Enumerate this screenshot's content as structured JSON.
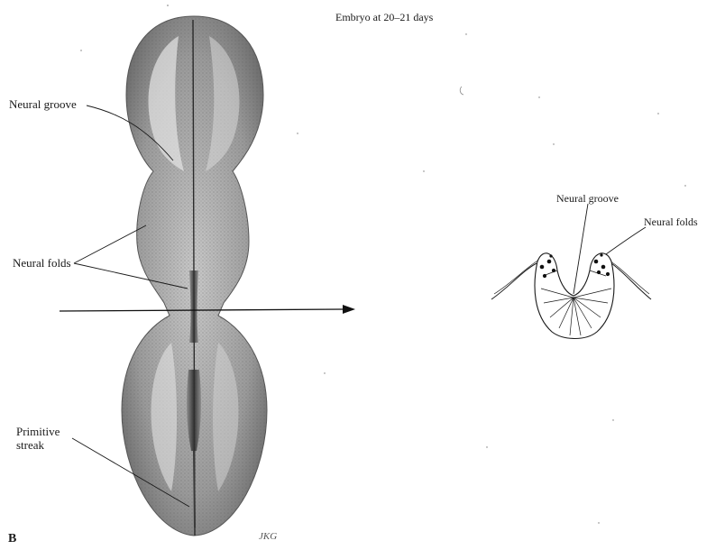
{
  "figure": {
    "title": "Embryo at 20–21 days",
    "panel_letter": "B",
    "artist_signature": "JKG",
    "labels": {
      "neural_groove_left": "Neural groove",
      "neural_folds_left": "Neural folds",
      "primitive_streak_line1": "Primitive",
      "primitive_streak_line2": "streak",
      "neural_groove_right": "Neural groove",
      "neural_folds_right": "Neural folds"
    },
    "colors": {
      "ink": "#1a1a1a",
      "stipple": "#7a7a7a",
      "paper": "#ffffff"
    }
  }
}
